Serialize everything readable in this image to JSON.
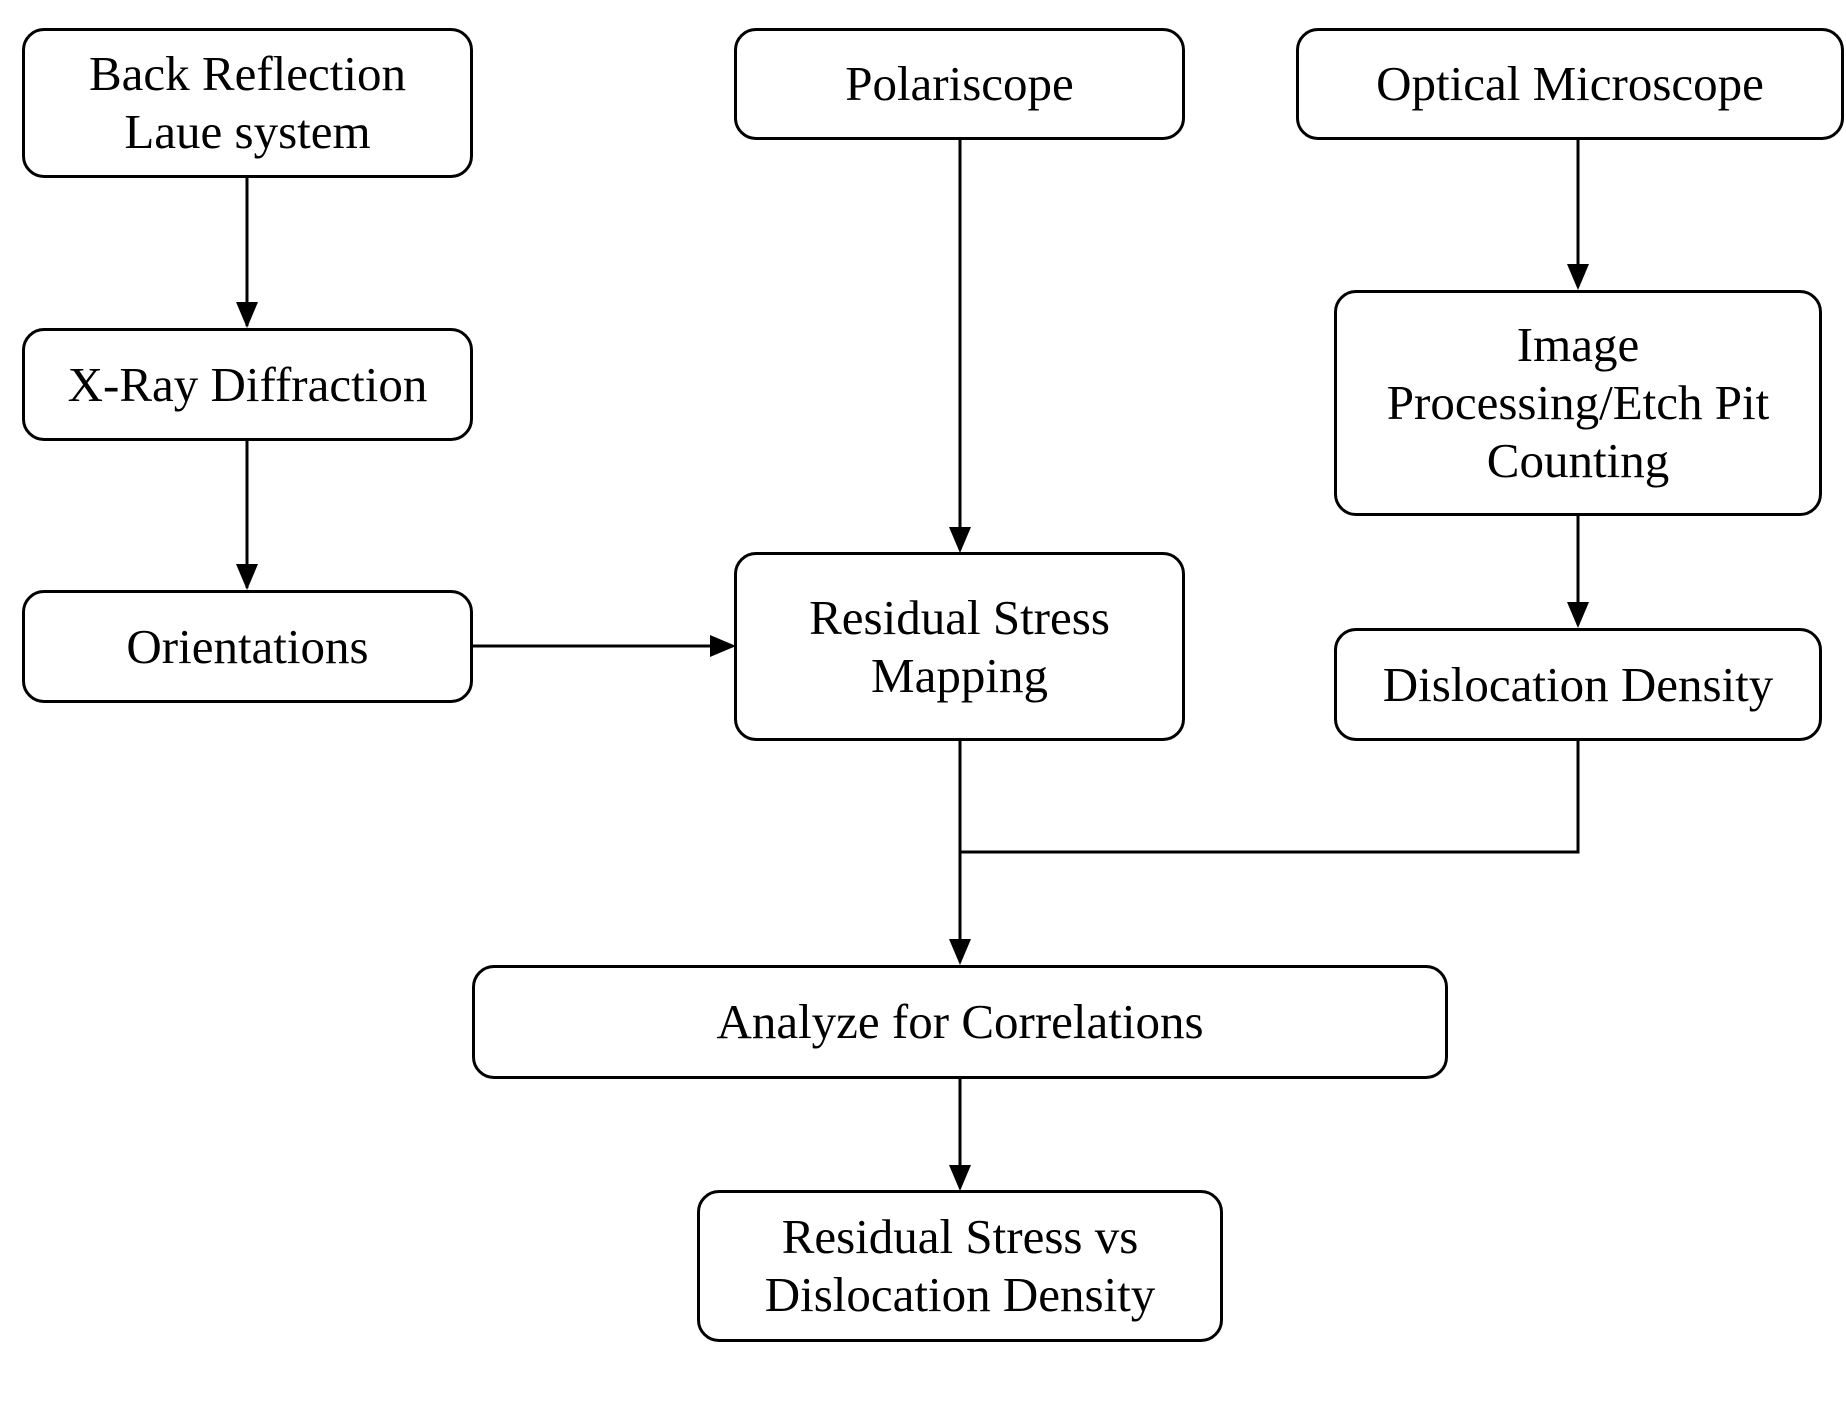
{
  "nodes": [
    {
      "id": "back-reflection-laue-system",
      "label": "Back Reflection\nLaue system"
    },
    {
      "id": "polariscope",
      "label": "Polariscope"
    },
    {
      "id": "optical-microscope",
      "label": "Optical Microscope"
    },
    {
      "id": "x-ray-diffraction",
      "label": "X-Ray Diffraction"
    },
    {
      "id": "image-processing-etch-pit-counting",
      "label": "Image\nProcessing/Etch Pit\nCounting"
    },
    {
      "id": "orientations",
      "label": "Orientations"
    },
    {
      "id": "residual-stress-mapping",
      "label": "Residual Stress\nMapping"
    },
    {
      "id": "dislocation-density",
      "label": "Dislocation Density"
    },
    {
      "id": "analyze-for-correlations",
      "label": "Analyze for Correlations"
    },
    {
      "id": "residual-stress-vs-dislocation-density",
      "label": "Residual Stress vs\nDislocation Density"
    }
  ],
  "edges": [
    {
      "from": "back-reflection-laue-system",
      "to": "x-ray-diffraction"
    },
    {
      "from": "x-ray-diffraction",
      "to": "orientations"
    },
    {
      "from": "polariscope",
      "to": "residual-stress-mapping"
    },
    {
      "from": "optical-microscope",
      "to": "image-processing-etch-pit-counting"
    },
    {
      "from": "image-processing-etch-pit-counting",
      "to": "dislocation-density"
    },
    {
      "from": "orientations",
      "to": "residual-stress-mapping"
    },
    {
      "from": "residual-stress-mapping",
      "to": "analyze-for-correlations"
    },
    {
      "from": "dislocation-density",
      "to": "analyze-for-correlations"
    },
    {
      "from": "analyze-for-correlations",
      "to": "residual-stress-vs-dislocation-density"
    }
  ],
  "colors": {
    "stroke": "#000000",
    "background": "#ffffff"
  }
}
